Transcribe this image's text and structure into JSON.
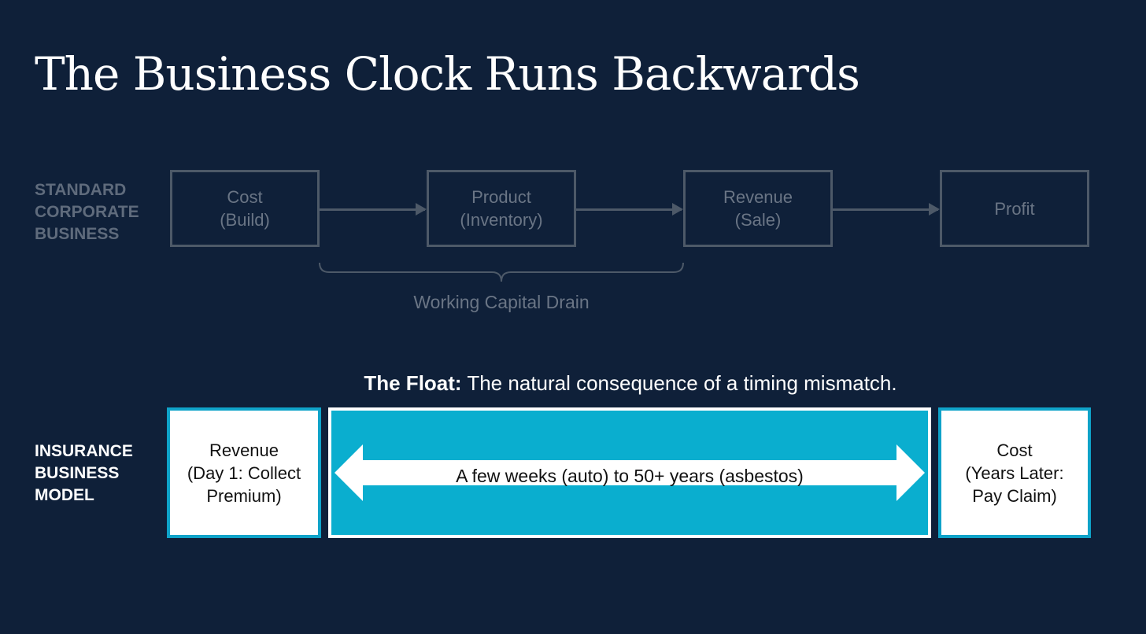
{
  "title": "The Business Clock Runs Backwards",
  "standard": {
    "label": "STANDARD\nCORPORATE\nBUSINESS",
    "steps": [
      "Cost\n(Build)",
      "Product\n(Inventory)",
      "Revenue\n(Sale)",
      "Profit"
    ],
    "brace_label": "Working Capital Drain"
  },
  "insurance": {
    "label": "INSURANCE\nBUSINESS\nMODEL",
    "float_caption_bold": "The Float:",
    "float_caption_rest": " The natural consequence of a timing mismatch.",
    "revenue_box": "Revenue\n(Day 1: Collect\nPremium)",
    "span_text": "A few weeks (auto) to 50+ years (asbestos)",
    "cost_box": "Cost\n(Years Later:\nPay Claim)"
  },
  "colors": {
    "background": "#0f2039",
    "muted": "#4d5968",
    "accent": "#0aaecf",
    "white": "#ffffff"
  }
}
